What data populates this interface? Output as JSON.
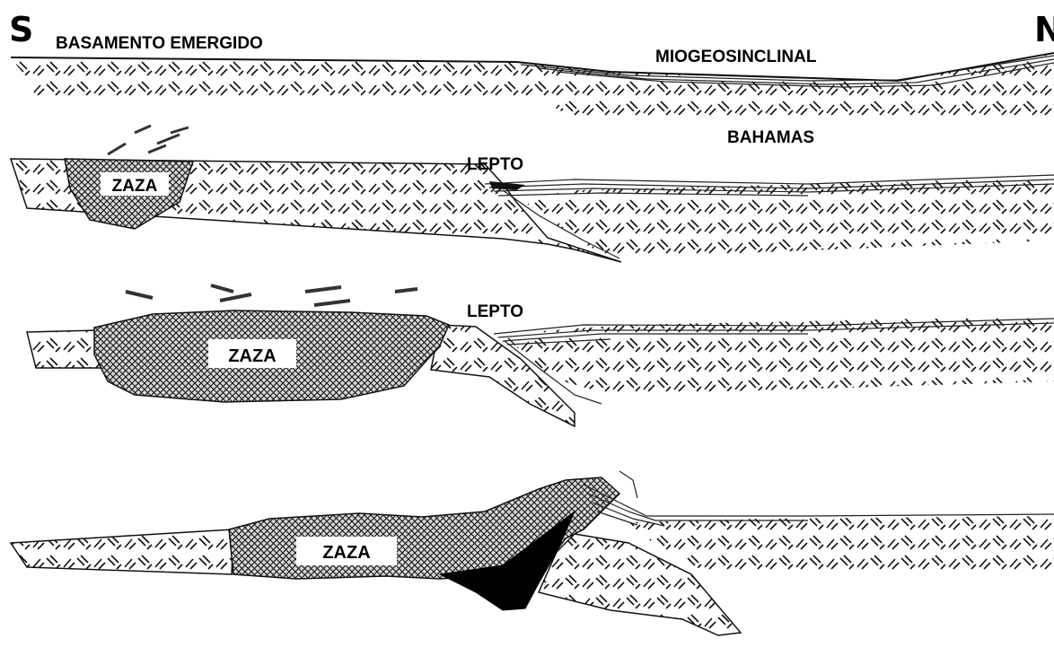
{
  "directions": {
    "south": "S",
    "north": "N"
  },
  "labels": {
    "basamento": "BASAMENTO EMERGIDO",
    "miogeo": "MIOGEOSINCLINAL",
    "bahamas": "BAHAMAS",
    "lepto_2": "LEPTO",
    "lepto_3": "LEPTO",
    "zaza_2": "ZAZA",
    "zaza_3": "ZAZA",
    "zaza_4": "ZAZA"
  },
  "colors": {
    "ink": "#000000",
    "paper": "#ffffff",
    "fill_light": "#f4f4f4"
  }
}
